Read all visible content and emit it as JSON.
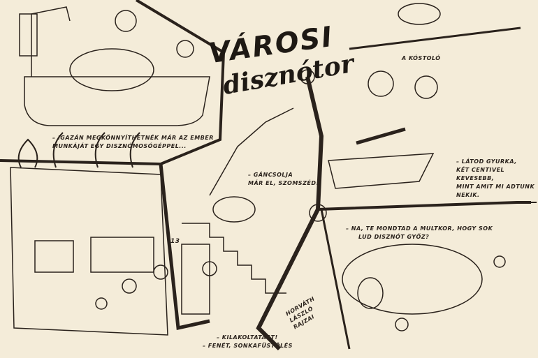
{
  "title": {
    "line1": "VÁROSI",
    "line2": "disznótor"
  },
  "panels": {
    "bath": {
      "caption_line1": "– IGAZÁN MEGKÖNNYÍTHETNÉK MÁR AZ EMBER",
      "caption_line2": "MUNKÁJÁT EGY DISZNÓMOSÓGÉPPEL..."
    },
    "tasting": {
      "heading": "A KÓSTOLÓ",
      "caption_lines": [
        "– LÁTOD GYURKA,",
        "KÉT CENTIVEL KEVESEBB,",
        "MINT AMIT MI ADTUNK",
        "NEKIK."
      ]
    },
    "stairs": {
      "caption_lines": [
        "– GÁNCSOLJA",
        "MÁR EL, SZOMSZÉD!"
      ]
    },
    "pig": {
      "caption_lines": [
        "– NA, TE MONDTAD A MULTKOR, HOGY SOK",
        "LUD DISZNÓT GYŐZ?"
      ]
    },
    "house": {
      "door_number": "13",
      "caption_lines": [
        "– KILAKOLTATÁST!",
        "– FENÉT, SONKAFÜSTÖLÉS"
      ]
    }
  },
  "signature": [
    "HORVÁTH",
    "LÁSZLÓ",
    "RAJZAI"
  ],
  "colors": {
    "paper": "#f4ecd9",
    "ink": "#1e1914"
  }
}
